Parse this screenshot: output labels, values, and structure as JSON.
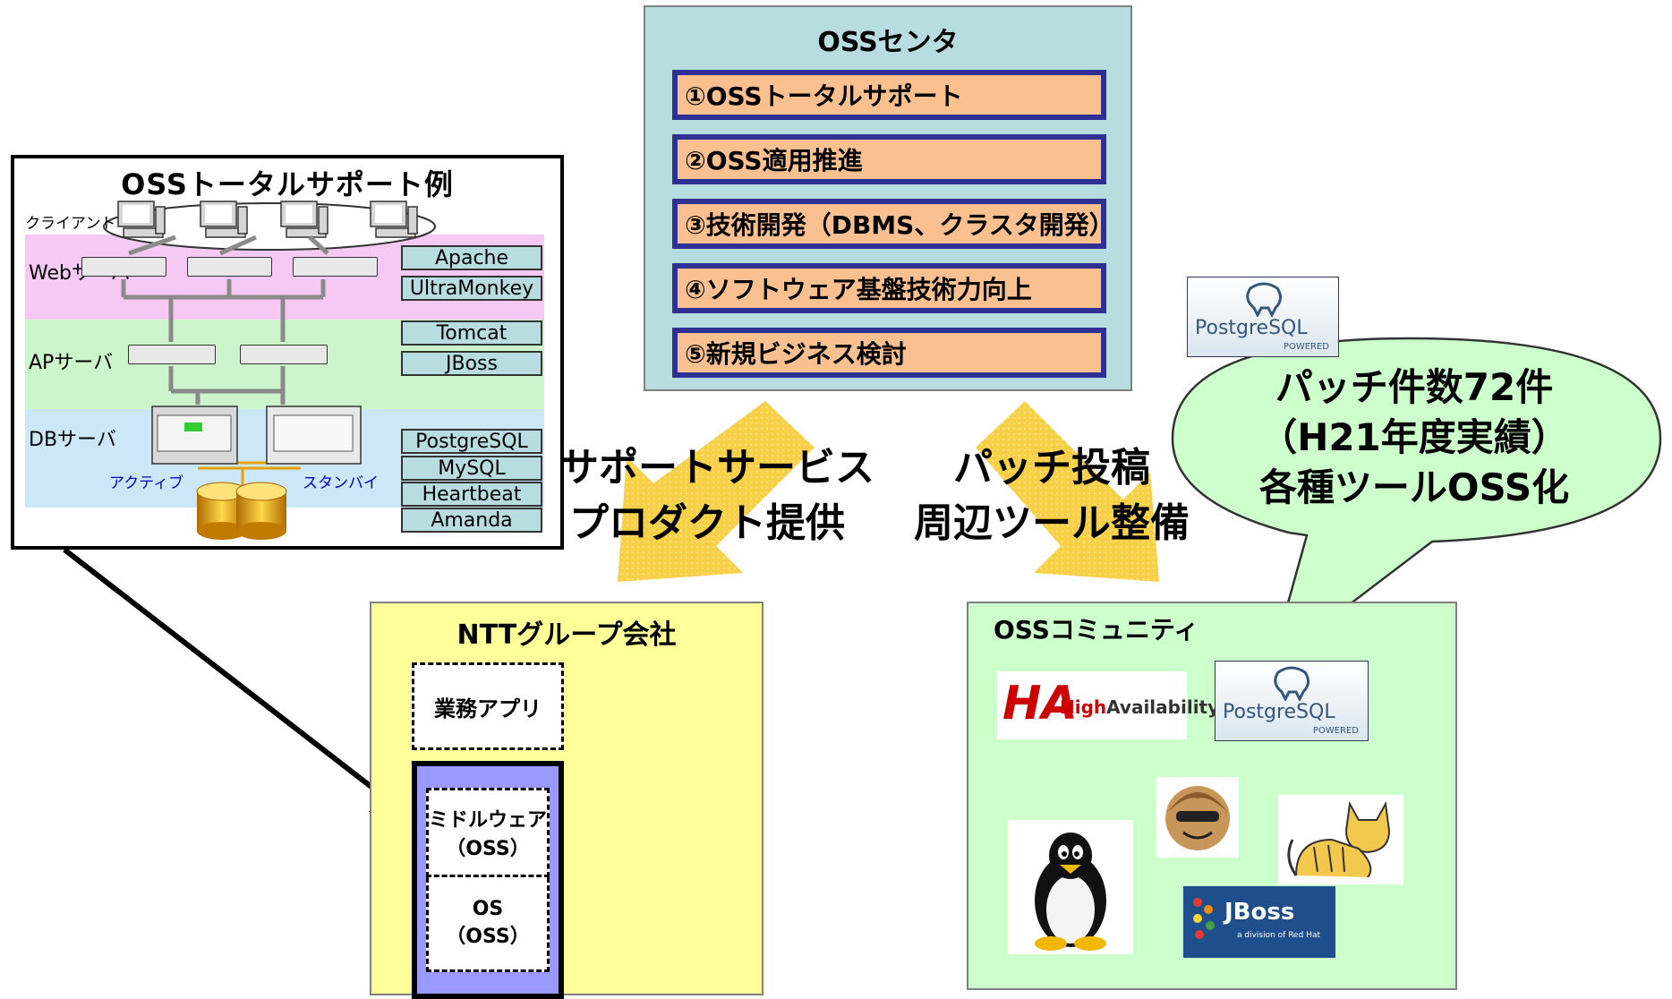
{
  "oss_center": {
    "title": "OSSセンタ",
    "missions": [
      "①OSSトータルサポート",
      "②OSS適用推進",
      "③技術開発（DBMS、クラスタ開発）",
      "④ソフトウェア基盤技術力向上",
      "⑤新規ビジネス検討"
    ]
  },
  "support_example": {
    "title": "OSSトータルサポート例",
    "client_label": "クライアント",
    "tiers": {
      "web": "Webサーバ",
      "ap": "APサーバ",
      "db": "DBサーバ"
    },
    "active_label": "アクティブ",
    "standby_label": "スタンバイ",
    "products": {
      "web": [
        "Apache",
        "UltraMonkey"
      ],
      "ap": [
        "Tomcat",
        "JBoss"
      ],
      "db": [
        "PostgreSQL",
        "MySQL",
        "Heartbeat",
        "Amanda"
      ]
    }
  },
  "arrows": {
    "left": [
      "サポートサービス",
      "プロダクト提供"
    ],
    "right": [
      "パッチ投稿",
      "周辺ツール整備"
    ]
  },
  "bubble": {
    "lines": [
      "パッチ件数72件",
      "（H21年度実績）",
      "各種ツールOSS化"
    ]
  },
  "ntt": {
    "title": "NTTグループ会社",
    "app": "業務アプリ",
    "middleware": [
      "ミドルウェア",
      "（OSS）"
    ],
    "os": [
      "OS",
      "（OSS）"
    ]
  },
  "community": {
    "title": "OSSコミュニティ",
    "logos": {
      "pg_name": "PostgreSQL",
      "pg_sub": "POWERED",
      "ha_mark": "HA",
      "ha_high": "High",
      "ha_avail": "Availability",
      "jboss_name": "JBoss",
      "jboss_sub": "a division of Red Hat"
    }
  },
  "colors": {
    "oss_center_bg": "#b7dde0",
    "mission_bg": "#fac090",
    "mission_border": "#2e3192",
    "ntt_bg": "#ffff99",
    "community_bg": "#ccffcc",
    "bubble_bg": "#ccffcc",
    "web_band": "#f6c9f5",
    "ap_band": "#ccf5cc",
    "db_band": "#cce8f8",
    "middleware_frame": "#9999ff",
    "arrow": "#f7d048",
    "label_blue": "#0000cc"
  }
}
